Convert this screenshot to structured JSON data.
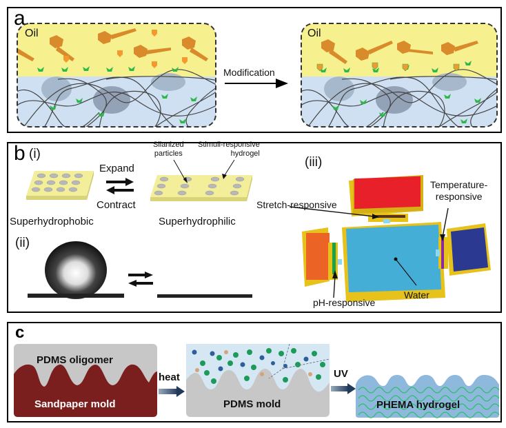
{
  "panels": {
    "a": {
      "label": "a",
      "left_box": {
        "oil_label": "Oil"
      },
      "arrow_label": "Modification",
      "right_box": {
        "oil_label": "Oil"
      }
    },
    "b": {
      "label": "b",
      "i": {
        "sublabel": "(i)",
        "left_state": "Superhydrophobic",
        "expand_label": "Expand",
        "contract_label": "Contract",
        "right_state": "Superhydrophilic",
        "callout_particles_line1": "Silanized",
        "callout_particles_line2": "particles",
        "callout_hydrogel_line1": "Stimuli-responsive",
        "callout_hydrogel_line2": "hydrogel"
      },
      "ii": {
        "sublabel": "(ii)"
      },
      "iii": {
        "sublabel": "(iii)",
        "stretch_label": "Stretch-responsive",
        "temperature_label_line1": "Temperature-",
        "temperature_label_line2": "responsive",
        "ph_label": "pH-responsive",
        "water_label": "Water"
      }
    },
    "c": {
      "label": "c",
      "step1": {
        "top_label": "PDMS oligomer",
        "bottom_label": "Sandpaper mold"
      },
      "arrow1_label": "heat",
      "step2": {
        "label": "PDMS mold"
      },
      "arrow2_label": "UV",
      "step3": {
        "label": "PHEMA hydrogel"
      }
    }
  },
  "colors": {
    "oil": "#f7f08e",
    "water": "#cfe0f2",
    "molecule": "#d98a2a",
    "anchor_green": "#2db84a",
    "sandpaper": "#7b1e1e",
    "pdms": "#c7c7c7",
    "hydrogel_blue": "#8fb8dd",
    "hydrogel_mesh": "#2bbf6a",
    "block_red": "#e8202a",
    "block_orange": "#ec6326",
    "block_navy": "#2b3990",
    "block_water": "#45aed6",
    "block_frame": "#e6c21a"
  }
}
